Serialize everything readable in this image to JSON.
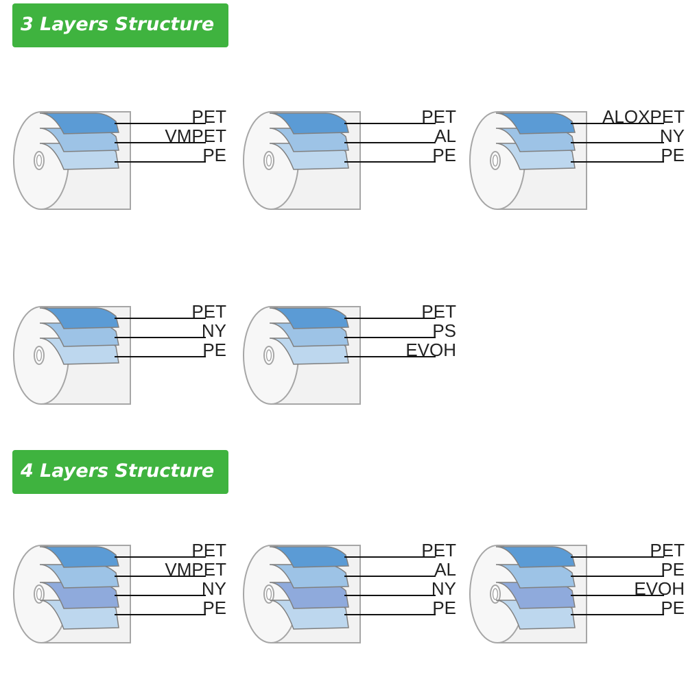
{
  "sections": [
    {
      "title": "3 Layers Structure",
      "rolls": [
        {
          "layers": [
            "PET",
            "VMPET",
            "PE"
          ]
        },
        {
          "layers": [
            "PET",
            "AL",
            "PE"
          ]
        },
        {
          "layers": [
            "ALOXPET",
            "NY",
            "PE"
          ]
        },
        {
          "layers": [
            "PET",
            "NY",
            "PE"
          ]
        },
        {
          "layers": [
            "PET",
            "PS",
            "EVOH"
          ]
        }
      ]
    },
    {
      "title": "4 Layers Structure",
      "rolls": [
        {
          "layers": [
            "PET",
            "VMPET",
            "NY",
            "PE"
          ]
        },
        {
          "layers": [
            "PET",
            "AL",
            "NY",
            "PE"
          ]
        },
        {
          "layers": [
            "PET",
            "PE",
            "EVOH",
            "PE"
          ]
        }
      ]
    }
  ],
  "colors": {
    "badge": "#3fb33f",
    "layer_dark": "#5b9bd5",
    "layer_mid": "#9dc3e6",
    "layer_light": "#bdd7ee",
    "layer_purple": "#8faadc",
    "roll_fill": "#f2f2f2",
    "roll_stroke": "#a6a6a6"
  }
}
